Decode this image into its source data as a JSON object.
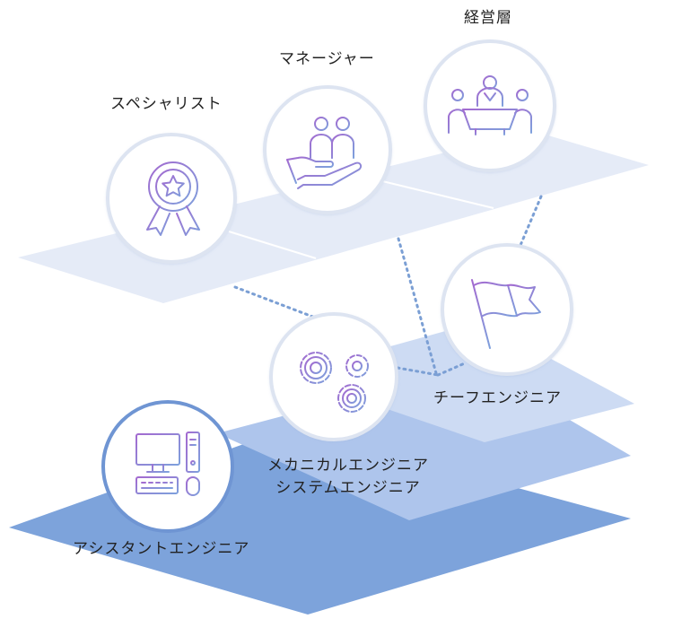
{
  "labels": {
    "management": "経営層",
    "manager": "マネージャー",
    "specialist": "スペシャリスト",
    "chief": "チーフエンジニア",
    "mech_line1": "メカニカルエンジニア",
    "mech_line2": "システムエンジニア",
    "assistant": "アシスタントエンジニア"
  },
  "icons": {
    "management": "meeting-icon",
    "manager": "people-hand-icon",
    "specialist": "award-medal-icon",
    "chief": "flag-icon",
    "mech": "gears-icon",
    "assistant": "computer-icon"
  },
  "colors": {
    "tier_top": "#e5ebf7",
    "tier_chief": "#cddbf3",
    "tier_mech": "#aec5ec",
    "tier_assistant": "#7da3db",
    "circle_border": "#dde4f1",
    "circle_border_strong": "#6f95d3",
    "dotted_line": "#7b9fd4",
    "icon_purple": "#9a6fd0",
    "icon_blue": "#8f9ed8"
  }
}
